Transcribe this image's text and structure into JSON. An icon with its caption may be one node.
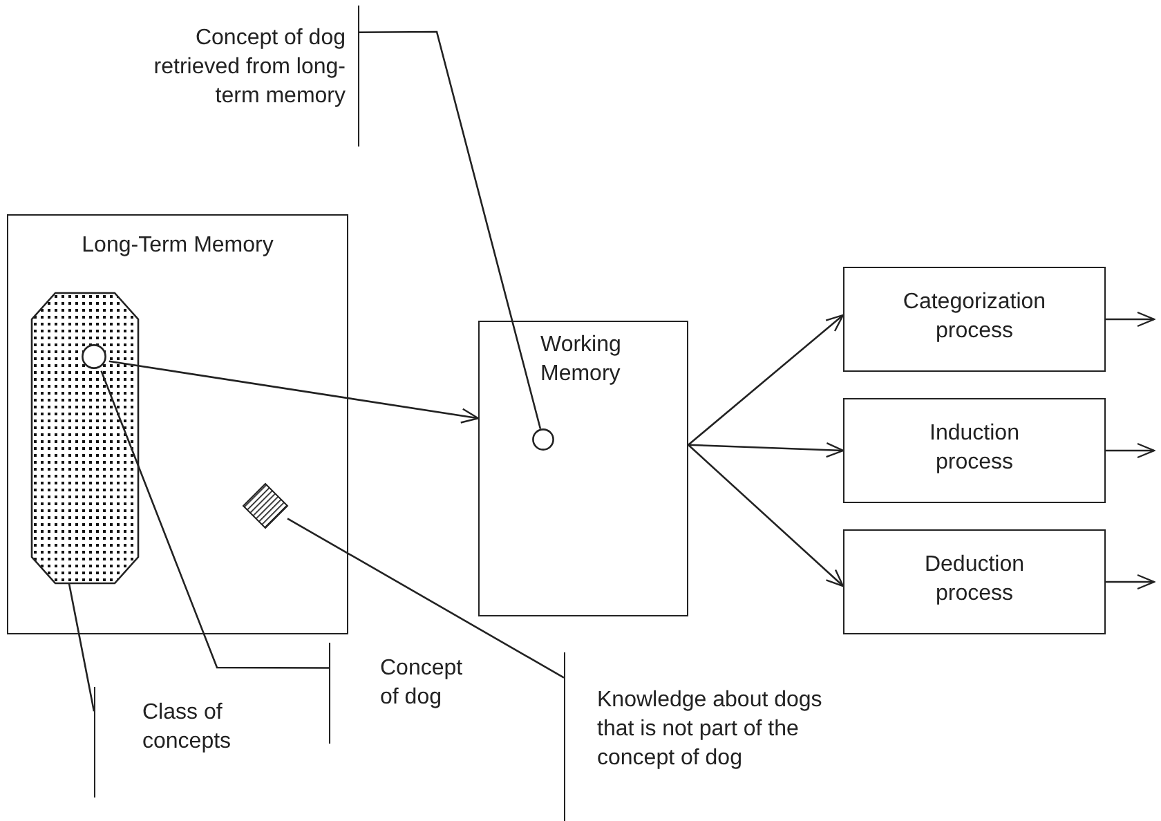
{
  "diagram": {
    "nodes": [
      {
        "text": [
          "Long-Term Memory"
        ]
      },
      {
        "text": [],
        "shape": "octagon",
        "in": 0
      },
      {
        "text": [],
        "shape": "circle",
        "in": 1
      },
      {
        "text": [],
        "shape": "diamond",
        "in": 0
      },
      {
        "text": [
          "Working Memory"
        ]
      },
      {
        "text": [],
        "shape": "circle",
        "in": 4
      },
      {
        "text": [
          "Categorization process"
        ]
      },
      {
        "text": [
          "Induction process"
        ]
      },
      {
        "text": [
          "Deduction process"
        ]
      },
      {
        "text": [
          "Concept of dog retrieved from long-term memory"
        ]
      },
      {
        "text": [
          "Class of concepts"
        ]
      },
      {
        "text": [
          "Concept of dog"
        ]
      },
      {
        "text": [
          "Knowledge about dogs that is not part of the concept of dog"
        ]
      }
    ],
    "edges": [
      {
        "from": 2,
        "to": 4,
        "arrow": "to"
      },
      {
        "from": 4,
        "to": 6,
        "arrow": "to"
      },
      {
        "from": 4,
        "to": 7,
        "arrow": "to"
      },
      {
        "from": 4,
        "to": 8,
        "arrow": "to"
      },
      {
        "from": 6,
        "to": null,
        "arrow": "to"
      },
      {
        "from": 7,
        "to": null,
        "arrow": "to"
      },
      {
        "from": 8,
        "to": null,
        "arrow": "to"
      },
      {
        "from": 9,
        "to": 5,
        "arrow": "none"
      },
      {
        "from": 10,
        "to": 1,
        "arrow": "none"
      },
      {
        "from": 11,
        "to": 2,
        "arrow": "none"
      },
      {
        "from": 12,
        "to": 3,
        "arrow": "none"
      }
    ]
  }
}
